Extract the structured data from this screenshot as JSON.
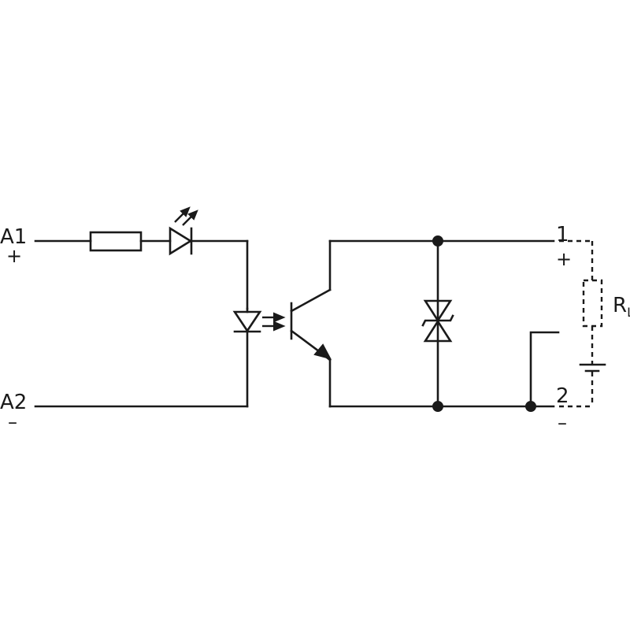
{
  "terminals": {
    "a1": {
      "name": "A1",
      "polarity": "+"
    },
    "a2": {
      "name": "A2",
      "polarity": "–"
    },
    "out1": {
      "name": "1",
      "polarity": "+"
    },
    "out2": {
      "name": "2",
      "polarity": "–"
    }
  },
  "load": {
    "label_main": "R",
    "label_sub": "L"
  },
  "colors": {
    "line": "#1a1a1a",
    "background": "#ffffff"
  }
}
